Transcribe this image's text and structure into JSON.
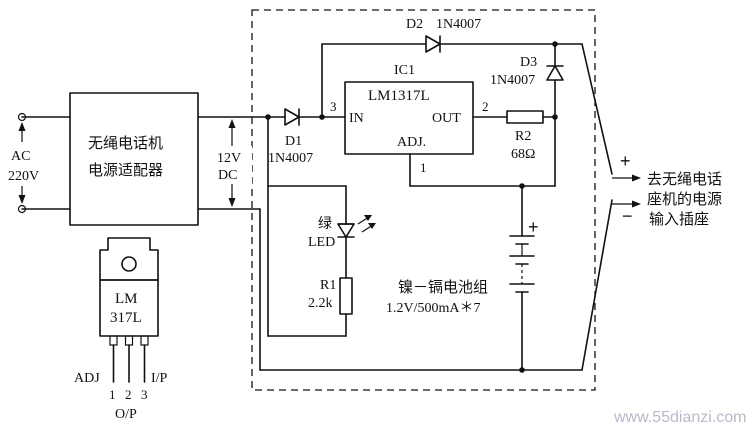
{
  "adapter": {
    "line1": "无绳电话机",
    "line2": "电源适配器"
  },
  "ac_input": {
    "line1": "AC",
    "line2": "220V"
  },
  "dc_output": {
    "line1": "12V",
    "line2": "DC"
  },
  "d1": {
    "ref": "D1",
    "part": "1N4007"
  },
  "d2": {
    "ref": "D2",
    "part": "1N4007"
  },
  "d3": {
    "ref": "D3",
    "part": "1N4007"
  },
  "ic1": {
    "ref": "IC1",
    "part": "LM1317L",
    "pin_in": "IN",
    "pin_out": "OUT",
    "pin_adj": "ADJ.",
    "pin_num_in": "3",
    "pin_num_out": "2",
    "pin_num_adj": "1"
  },
  "r2": {
    "ref": "R2",
    "value": "68Ω"
  },
  "r1": {
    "ref": "R1",
    "value": "2.2k"
  },
  "led": {
    "color": "绿",
    "name": "LED"
  },
  "battery": {
    "name": "镍－镉电池组",
    "spec": "1.2V/500mA＊7",
    "plus": "+"
  },
  "output": {
    "plus": "+",
    "minus": "−",
    "line1": "去无绳电话",
    "line2": "座机的电源",
    "line3": "输入插座"
  },
  "package": {
    "line1": "LM",
    "line2": "317L",
    "pin_adj": "ADJ",
    "pin_ip": "I/P",
    "pin_1": "1",
    "pin_2": "2",
    "pin_3": "3",
    "pin_op": "O/P"
  },
  "watermark": "www.55dianzi.com"
}
